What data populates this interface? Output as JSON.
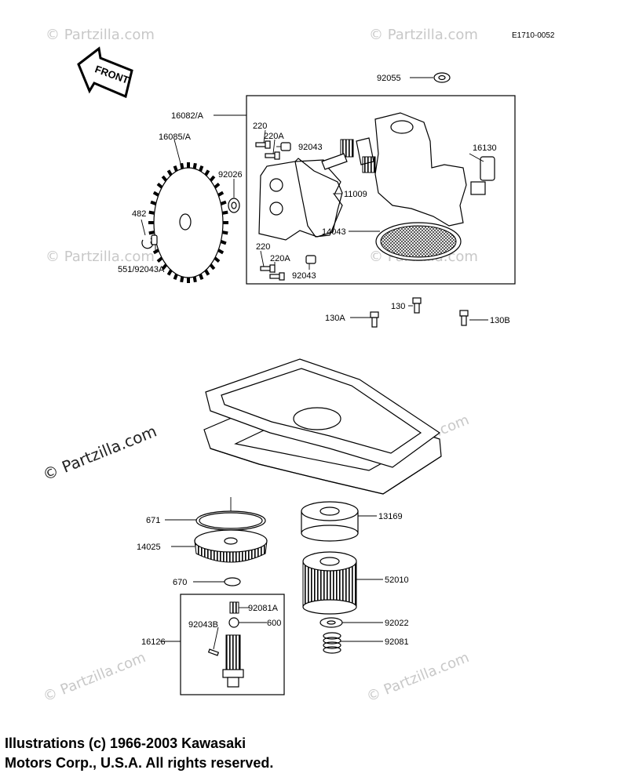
{
  "diagram_code": "E1710-0052",
  "front_label": "FRONT",
  "watermark": "© Partzilla.com",
  "copyright": {
    "line1": "Illustrations (c) 1966-2003 Kawasaki",
    "line2": "Motors Corp., U.S.A.  All rights reserved."
  },
  "parts": {
    "p92055": "92055",
    "p16082": "16082/A",
    "p16085": "16085/A",
    "p220_top": "220",
    "p220A_top": "220A",
    "p92043_top": "92043",
    "p16130": "16130",
    "p92026": "92026",
    "p11009": "11009",
    "p482": "482",
    "p14043": "14043",
    "p551": "551/92043A",
    "p220_bot": "220",
    "p220A_bot": "220A",
    "p92043_bot": "92043",
    "p130": "130",
    "p130A": "130A",
    "p130B": "130B",
    "p671": "671",
    "p13169": "13169",
    "p14025": "14025",
    "p670": "670",
    "p52010": "52010",
    "p92081A": "92081A",
    "p92043B": "92043B",
    "p600": "600",
    "p16126": "16126",
    "p92022": "92022",
    "p92081": "92081"
  }
}
